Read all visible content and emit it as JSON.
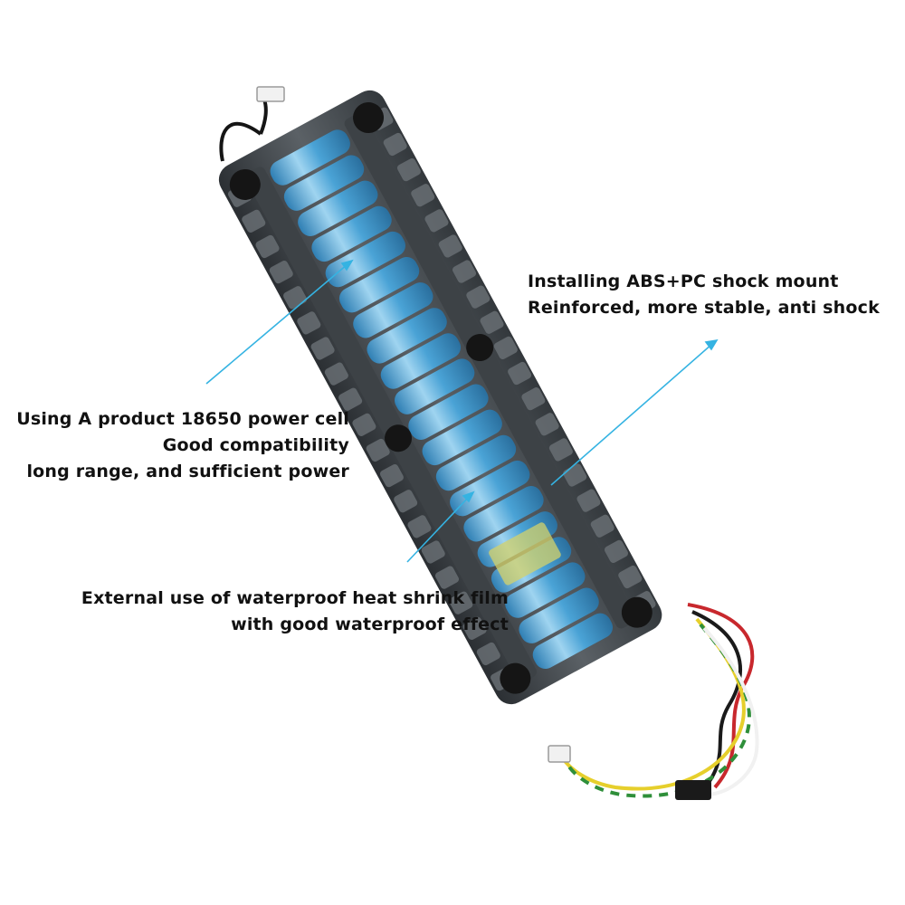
{
  "image": {
    "subject": "electric-scooter-battery-pack",
    "background": "#ffffff",
    "colors": {
      "cell_blue": "#4aa3d6",
      "cell_highlight": "#9fd4f0",
      "casing_dark": "#3d4246",
      "heat_shrink_gray": "#5b6166",
      "shock_mount_black": "#151515",
      "callout_arrow": "#35b3e2",
      "wire_red": "#c8282d",
      "wire_black": "#1a1a1a",
      "wire_yellow": "#e6cf2c",
      "wire_green": "#2f8f3a",
      "connector_white": "#f1f1f1"
    }
  },
  "callouts": {
    "cells": {
      "line1": "Using A product 18650 power cell",
      "line2": "Good compatibility",
      "line3": "long range, and sufficient power"
    },
    "mount": {
      "line1": "Installing ABS+PC shock mount",
      "line2": "Reinforced, more stable, anti shock"
    },
    "film": {
      "line1": "External use of waterproof heat shrink film",
      "line2": "with good waterproof effect"
    }
  }
}
